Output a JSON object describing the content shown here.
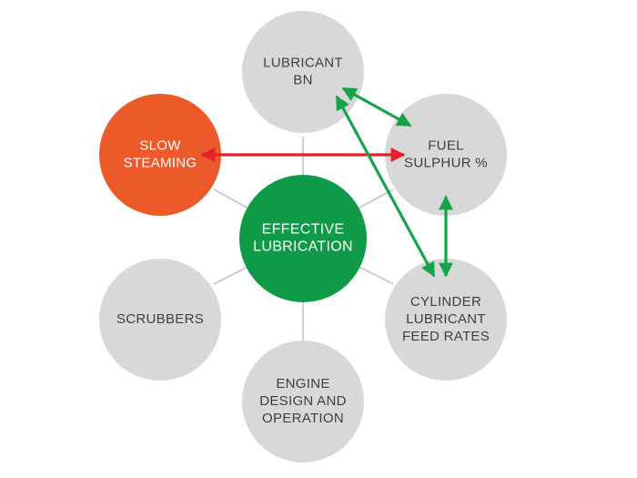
{
  "colors": {
    "background": "#ffffff",
    "node_gray": "#d8d8d8",
    "node_text": "#3f3f3f",
    "center_fill": "#0f9a48",
    "center_text": "#ffffff",
    "accent_fill": "#ec5a2a",
    "accent_text": "#ffffff",
    "connector": "#c4c4c4",
    "arrow_green": "#17a34a",
    "arrow_red": "#e3222d"
  },
  "center": {
    "lines": [
      "EFFECTIVE",
      "LUBRICATION"
    ]
  },
  "nodes": {
    "lubricant_bn": {
      "lines": [
        "LUBRICANT",
        "BN"
      ]
    },
    "fuel_sulphur": {
      "lines": [
        "FUEL",
        "SULPHUR %"
      ]
    },
    "cylinder_feed": {
      "lines": [
        "CYLINDER",
        "LUBRICANT",
        "FEED RATES"
      ]
    },
    "engine_design": {
      "lines": [
        "ENGINE",
        "DESIGN AND",
        "OPERATION"
      ]
    },
    "scrubbers": {
      "lines": [
        "SCRUBBERS"
      ]
    },
    "slow_steaming": {
      "lines": [
        "SLOW",
        "STEAMING"
      ]
    }
  },
  "links": [
    {
      "from": "slow_steaming",
      "to": "fuel_sulphur",
      "color": "arrow_red",
      "arrows": "both"
    },
    {
      "from": "lubricant_bn",
      "to": "fuel_sulphur",
      "color": "arrow_green",
      "arrows": "both"
    },
    {
      "from": "lubricant_bn",
      "to": "cylinder_feed",
      "color": "arrow_green",
      "arrows": "both"
    },
    {
      "from": "fuel_sulphur",
      "to": "cylinder_feed",
      "color": "arrow_green",
      "arrows": "both"
    }
  ]
}
